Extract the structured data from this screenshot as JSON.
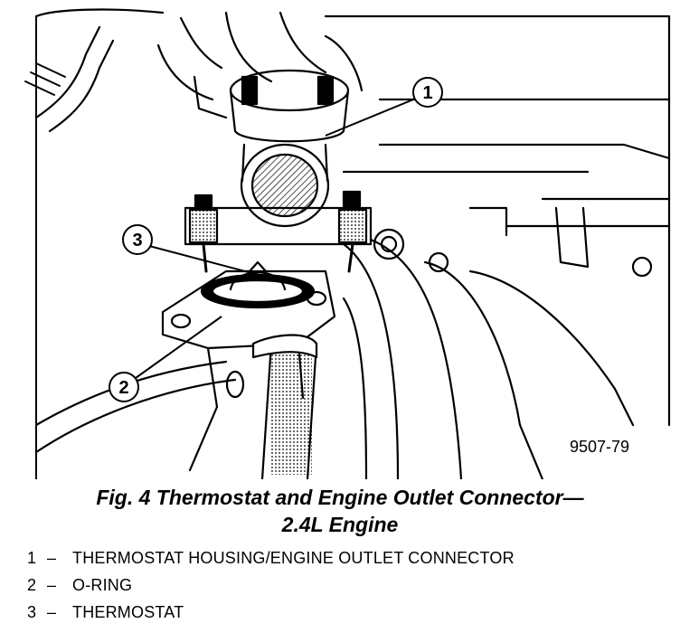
{
  "figure": {
    "code": "9507-79",
    "callouts": [
      "1",
      "2",
      "3"
    ],
    "caption_line1": "Fig. 4 Thermostat and Engine Outlet Connector—",
    "caption_line2": "2.4L Engine"
  },
  "legend": [
    {
      "number": "1",
      "dash": "–",
      "text": "THERMOSTAT HOUSING/ENGINE OUTLET CONNECTOR"
    },
    {
      "number": "2",
      "dash": "–",
      "text": "O-RING"
    },
    {
      "number": "3",
      "dash": "–",
      "text": "THERMOSTAT"
    }
  ]
}
